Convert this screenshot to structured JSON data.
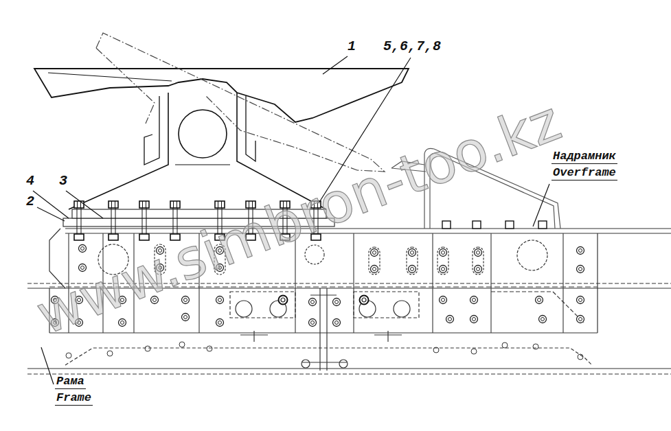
{
  "diagram": {
    "labels": [
      "1",
      "5,6,7,8",
      "4",
      "3",
      "2",
      "Надрамник",
      "Overframe",
      "www.simbron-too.kz",
      "Рама",
      "Frame"
    ]
  }
}
